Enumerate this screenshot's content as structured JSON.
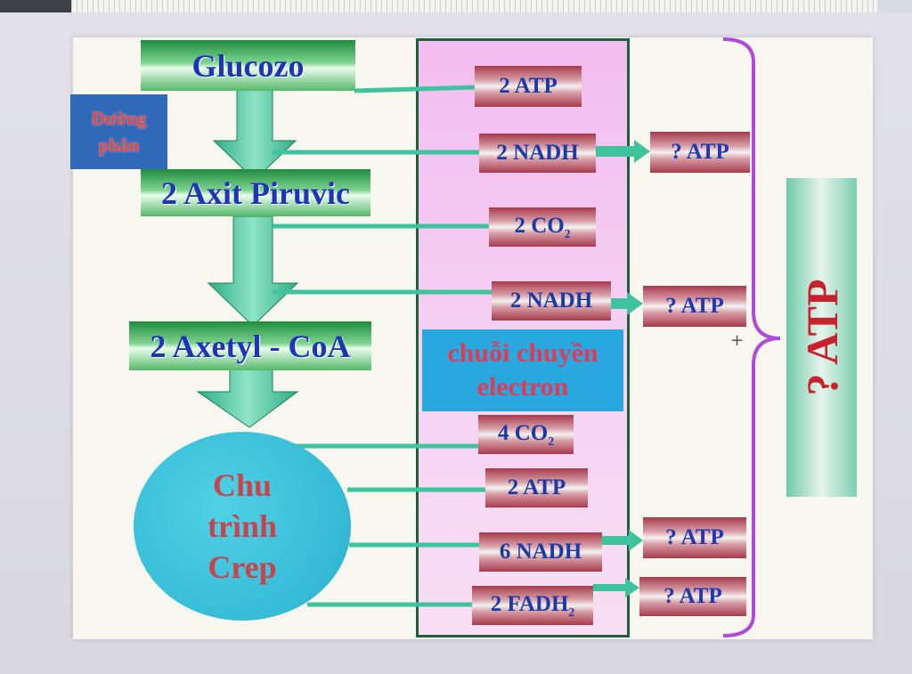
{
  "diagram": {
    "glucozo": "Glucozo",
    "duong_phan_line1": "Đường",
    "duong_phan_line2": "phân",
    "axit_piruvic": "2 Axit Piruvic",
    "axetyl_coa": "2 Axetyl - CoA",
    "crep_line1": "Chu",
    "crep_line2": "trình",
    "crep_line3": "Crep",
    "chuoi_line1": "chuỗi chuyền",
    "chuoi_line2": "electron",
    "products": {
      "atp_glycolysis": "2 ATP",
      "nadh_glycolysis": "2 NADH",
      "co2_pyruvate": "2 CO",
      "co2_pyruvate_sub": "2",
      "nadh_pyruvate": "2 NADH",
      "co2_krebs": "4 CO",
      "co2_krebs_sub": "2",
      "atp_krebs": "2 ATP",
      "nadh_krebs": "6 NADH",
      "fadh_krebs": "2 FADH",
      "fadh_krebs_sub": "2"
    },
    "atp_results": [
      "? ATP",
      "? ATP",
      "? ATP",
      "? ATP"
    ],
    "total_atp": "? ATP",
    "plus_mark": "+"
  },
  "colors": {
    "green_box": "#2f9c4f",
    "pink_panel": "#f2bdf0",
    "blue_box": "#2f69b8",
    "chuoi_box": "#29a8e0",
    "crep_circle": "#36bbd7",
    "product_box": "#a73a4c",
    "arrow_teal": "#3fc39c",
    "bracket_purple": "#b04ad8"
  }
}
